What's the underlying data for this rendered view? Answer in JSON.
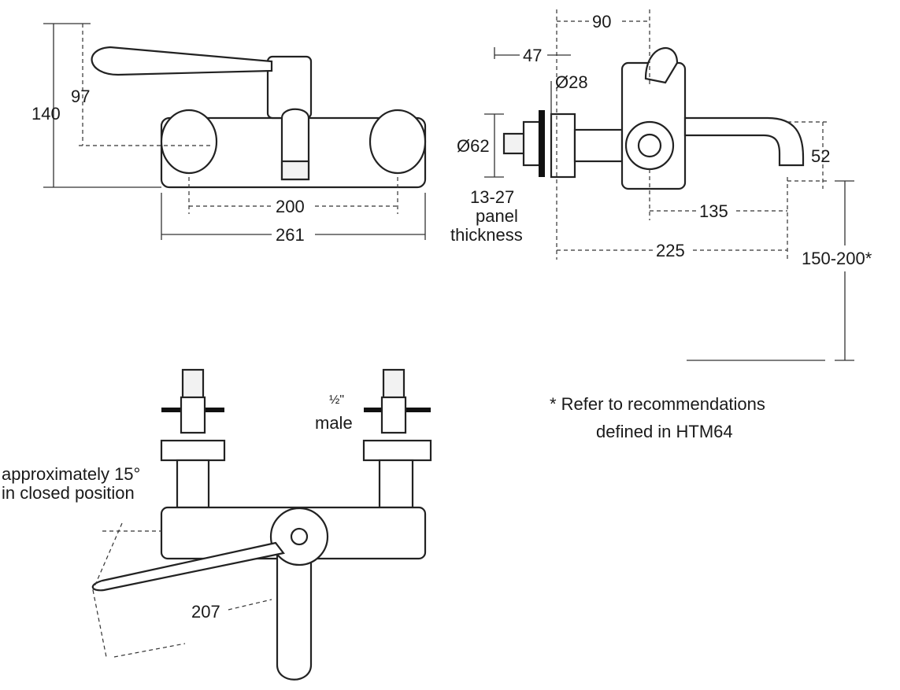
{
  "front_view": {
    "height_total": "140",
    "height_lever": "97",
    "centres": "200",
    "width": "261"
  },
  "side_view": {
    "offset_90": "90",
    "offset_47": "47",
    "dia_28": "Ø28",
    "dia_62": "Ø62",
    "spout_drop": "52",
    "panel_line1": "13-27",
    "panel_line2": "panel",
    "panel_line3": "thickness",
    "spout_135": "135",
    "projection": "225",
    "height_range": "150-200*"
  },
  "plan_view": {
    "thread_size": "½\"",
    "thread_type": "male",
    "angle_line1": "approximately 15°",
    "angle_line2": "in closed position",
    "lever_length": "207"
  },
  "note": {
    "line1": "* Refer to recommendations",
    "line2": "defined in HTM64"
  }
}
